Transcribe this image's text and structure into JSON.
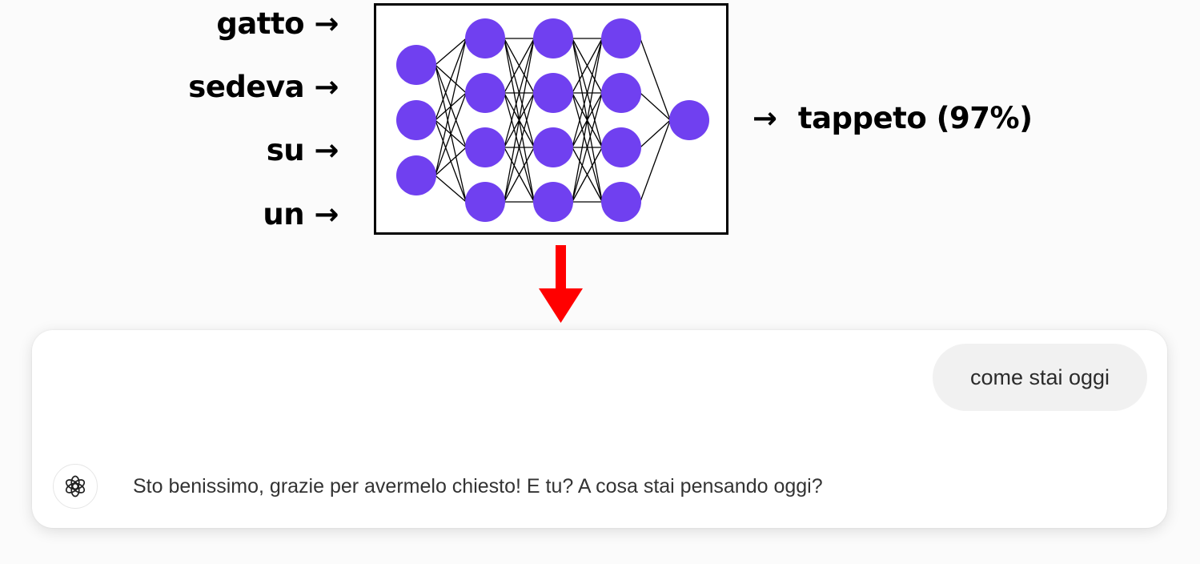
{
  "diagram": {
    "inputs": [
      {
        "word": "gatto",
        "arrow": "→"
      },
      {
        "word": "sedeva",
        "arrow": "→"
      },
      {
        "word": "su",
        "arrow": "→"
      },
      {
        "word": "un",
        "arrow": "→"
      }
    ],
    "network": {
      "layers": [
        3,
        4,
        4,
        4,
        1
      ],
      "node_color": "#7040f0",
      "edge_color": "#000000"
    },
    "output": {
      "arrow": "→",
      "word": "tappeto",
      "probability": "(97%)",
      "text": "→ tappeto (97%)"
    },
    "arrow_color": "#ff0000"
  },
  "chat": {
    "user_message": "come stai oggi",
    "assistant_icon": "openai-logo-icon",
    "assistant_message": "Sto benissimo, grazie per avermelo chiesto! E tu? A cosa stai pensando oggi?"
  }
}
